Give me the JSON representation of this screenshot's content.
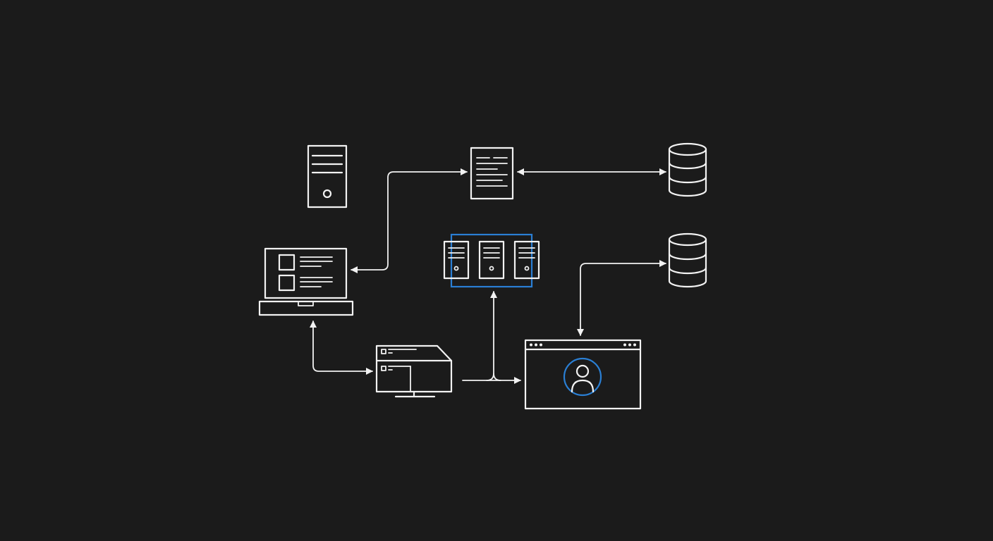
{
  "diagram": {
    "background": "#1b1b1b",
    "stroke_color": "#f2f2f2",
    "accent_color": "#2a7fd4",
    "nodes": [
      {
        "id": "tower-server",
        "icon": "server-tower-icon"
      },
      {
        "id": "document",
        "icon": "document-icon"
      },
      {
        "id": "database-top",
        "icon": "database-icon"
      },
      {
        "id": "laptop",
        "icon": "laptop-icon"
      },
      {
        "id": "server-cluster",
        "icon": "server-cluster-icon",
        "highlighted": true
      },
      {
        "id": "database-bottom",
        "icon": "database-icon"
      },
      {
        "id": "desktop-workstation",
        "icon": "desktop-computer-icon"
      },
      {
        "id": "user-profile-window",
        "icon": "browser-window-icon",
        "highlighted_part": "user-avatar-icon"
      }
    ],
    "connections": [
      {
        "from": "laptop",
        "to": "document",
        "direction": "both"
      },
      {
        "from": "document",
        "to": "database-top",
        "direction": "both"
      },
      {
        "from": "laptop",
        "to": "desktop-workstation",
        "direction": "both"
      },
      {
        "from": "desktop-workstation",
        "to": "server-cluster",
        "direction": "forward"
      },
      {
        "from": "desktop-workstation",
        "to": "user-profile-window",
        "direction": "forward"
      },
      {
        "from": "user-profile-window",
        "to": "database-bottom",
        "direction": "both"
      }
    ]
  }
}
